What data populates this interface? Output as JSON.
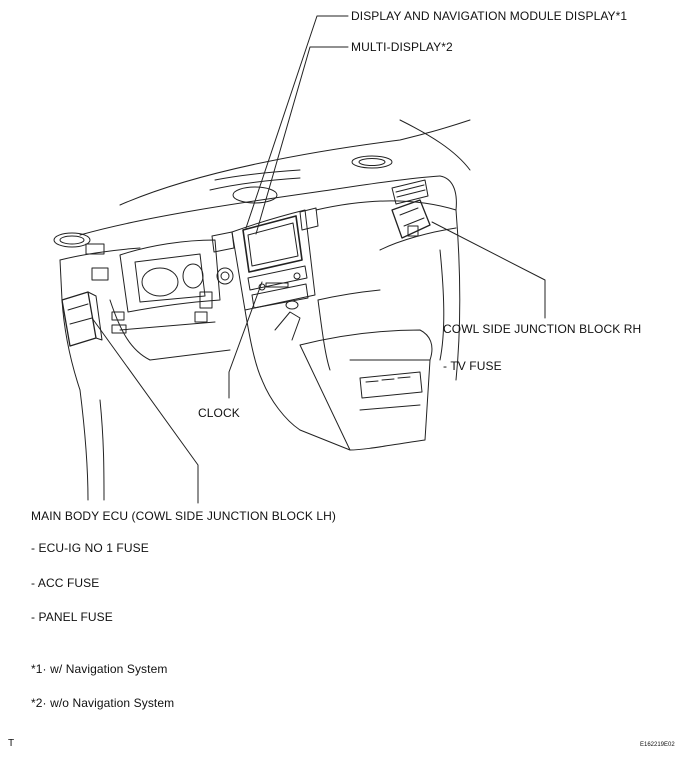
{
  "callouts": {
    "display_nav": "DISPLAY AND NAVIGATION MODULE DISPLAY*1",
    "multi_display": "MULTI-DISPLAY*2",
    "cowl_rh": "COWL SIDE JUNCTION BLOCK RH",
    "tv_fuse": "- TV FUSE",
    "clock": "CLOCK",
    "main_body_ecu": "MAIN BODY ECU (COWL SIDE JUNCTION BLOCK LH)",
    "ecu_ig_fuse": "- ECU-IG NO  1 FUSE",
    "acc_fuse": "- ACC FUSE",
    "panel_fuse": "- PANEL FUSE"
  },
  "footnotes": {
    "note1": "*1· w/ Navigation System",
    "note2": "*2· w/o Navigation System"
  },
  "corner_marks": {
    "left": "T",
    "figure_id": "E162219E02"
  }
}
